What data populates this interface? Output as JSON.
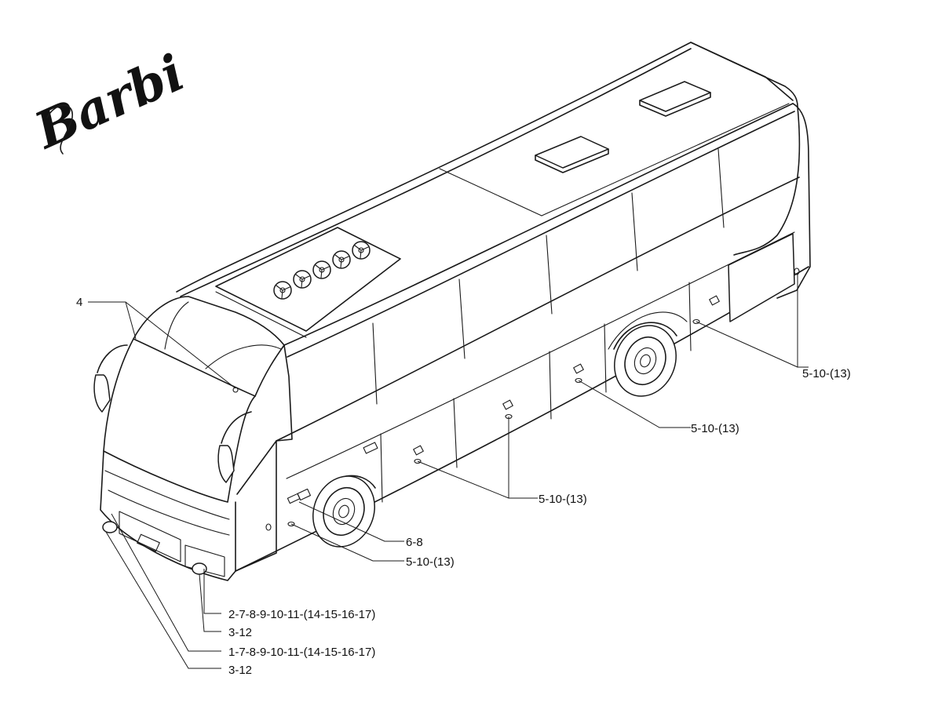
{
  "brand": {
    "logo_text": "Barbi"
  },
  "callouts": {
    "c4": "4",
    "rear_right_compartment": "5-10-(13)",
    "rear_axle_compartment": "5-10-(13)",
    "mid_compartment": "5-10-(13)",
    "side_marker": "6-8",
    "front_compartment": "5-10-(13)",
    "right_headlamp": "2-7-8-9-10-11-(14-15-16-17)",
    "right_fog_lamp": "3-12",
    "left_headlamp": "1-7-8-9-10-11-(14-15-16-17)",
    "left_fog_lamp": "3-12"
  },
  "colors": {
    "line": "#1a1a1a",
    "background": "#ffffff"
  }
}
